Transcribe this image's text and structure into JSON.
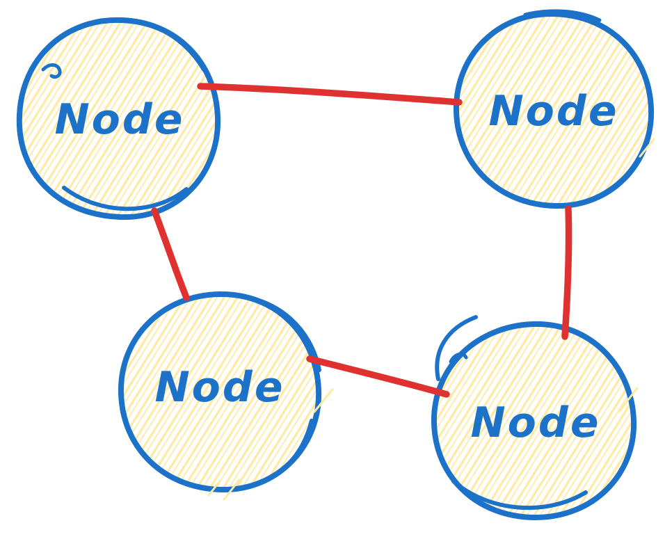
{
  "diagram": {
    "type": "hand-drawn network graph",
    "nodes": [
      {
        "id": "node-top-left",
        "label": "Node",
        "position": "top-left"
      },
      {
        "id": "node-top-right",
        "label": "Node",
        "position": "top-right"
      },
      {
        "id": "node-bottom-left",
        "label": "Node",
        "position": "bottom-left"
      },
      {
        "id": "node-bottom-right",
        "label": "Node",
        "position": "bottom-right"
      }
    ],
    "edges": [
      {
        "from": "node-top-left",
        "to": "node-top-right"
      },
      {
        "from": "node-top-left",
        "to": "node-bottom-left"
      },
      {
        "from": "node-bottom-left",
        "to": "node-bottom-right"
      },
      {
        "from": "node-top-right",
        "to": "node-bottom-right"
      }
    ],
    "style": {
      "node_stroke_color": "#1c72c8",
      "node_fill_color": "#ffe9a3",
      "node_fill_style": "hachure",
      "edge_color": "#e03131",
      "label_color": "#1c72c8",
      "background": "#ffffff"
    }
  }
}
